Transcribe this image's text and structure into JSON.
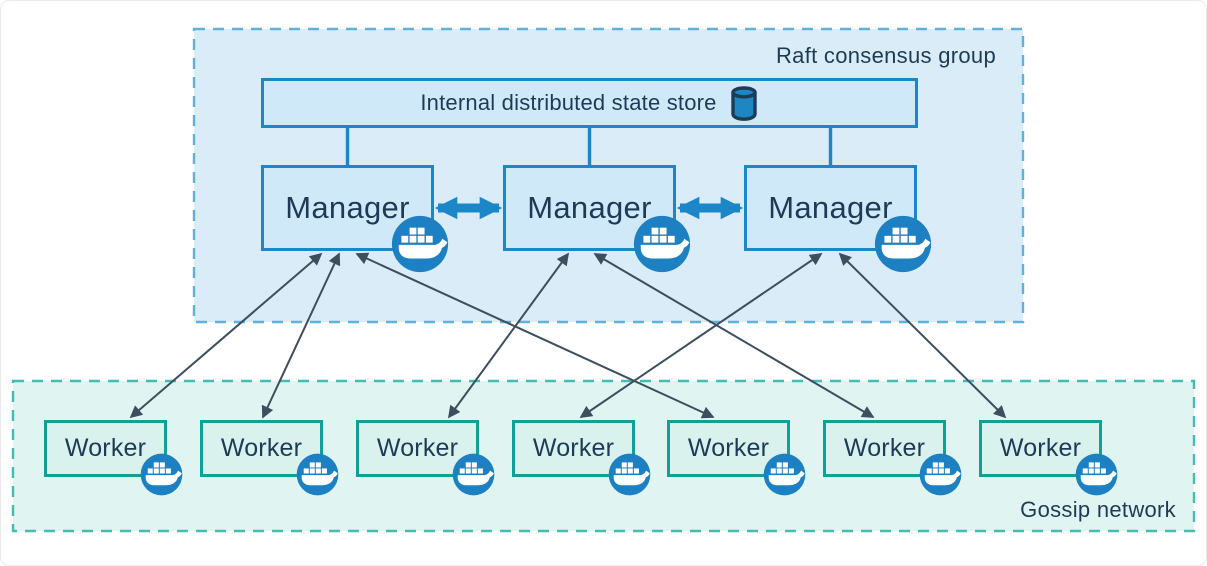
{
  "diagram": {
    "raft_group": {
      "label": "Raft consensus group",
      "state_store": {
        "label": "Internal distributed state store",
        "icon": "database-cylinder-icon"
      },
      "managers": [
        {
          "label": "Manager",
          "icon": "docker-whale-icon"
        },
        {
          "label": "Manager",
          "icon": "docker-whale-icon"
        },
        {
          "label": "Manager",
          "icon": "docker-whale-icon"
        }
      ]
    },
    "gossip_network": {
      "label": "Gossip network",
      "workers": [
        {
          "label": "Worker",
          "icon": "docker-whale-icon"
        },
        {
          "label": "Worker",
          "icon": "docker-whale-icon"
        },
        {
          "label": "Worker",
          "icon": "docker-whale-icon"
        },
        {
          "label": "Worker",
          "icon": "docker-whale-icon"
        },
        {
          "label": "Worker",
          "icon": "docker-whale-icon"
        },
        {
          "label": "Worker",
          "icon": "docker-whale-icon"
        },
        {
          "label": "Worker",
          "icon": "docker-whale-icon"
        }
      ]
    },
    "links": {
      "bidirectional": true,
      "manager_peer": [
        [
          0,
          1
        ],
        [
          1,
          2
        ]
      ],
      "store_to_managers": [
        0,
        1,
        2
      ],
      "manager_worker": [
        {
          "manager": 0,
          "worker": 0
        },
        {
          "manager": 0,
          "worker": 1
        },
        {
          "manager": 0,
          "worker": 4
        },
        {
          "manager": 1,
          "worker": 2
        },
        {
          "manager": 1,
          "worker": 5
        },
        {
          "manager": 2,
          "worker": 3
        },
        {
          "manager": 2,
          "worker": 6
        }
      ]
    },
    "colors": {
      "raft_fill": "#d9ecf8",
      "raft_border": "#62b0dc",
      "node_fill": "#cfe9f9",
      "node_border": "#1b86c8",
      "gossip_fill": "#e0f4f1",
      "gossip_border": "#45bcb2",
      "worker_fill": "#d9f2ee",
      "worker_border": "#12a096",
      "text": "#1d3b55",
      "thin_arrow": "#3d4e5e",
      "thick_arrow": "#1b86c8",
      "docker_blue": "#1d80c2",
      "db_fill": "#1e86c3",
      "db_outline": "#1d3b55"
    }
  }
}
